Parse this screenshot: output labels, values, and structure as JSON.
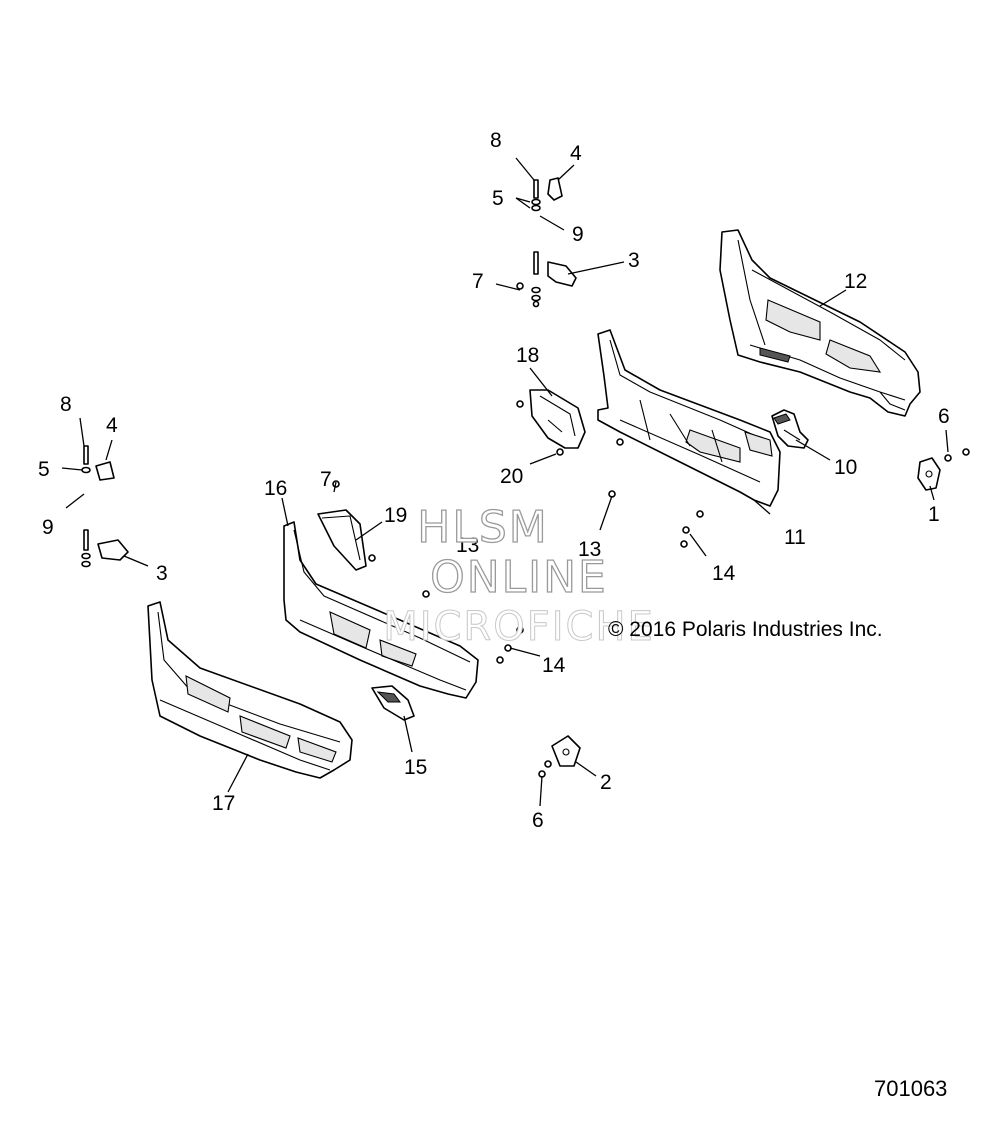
{
  "watermark": {
    "line1": "HLSM",
    "line2": "ONLINE",
    "line3": "MICROFICHE"
  },
  "copyright": "© 2016 Polaris Industries Inc.",
  "drawing_number": "701063",
  "callouts": [
    "8",
    "4",
    "5",
    "9",
    "7",
    "3",
    "12",
    "18",
    "6",
    "10",
    "1",
    "20",
    "11",
    "13",
    "14",
    "16",
    "19",
    "15",
    "2",
    "17"
  ]
}
